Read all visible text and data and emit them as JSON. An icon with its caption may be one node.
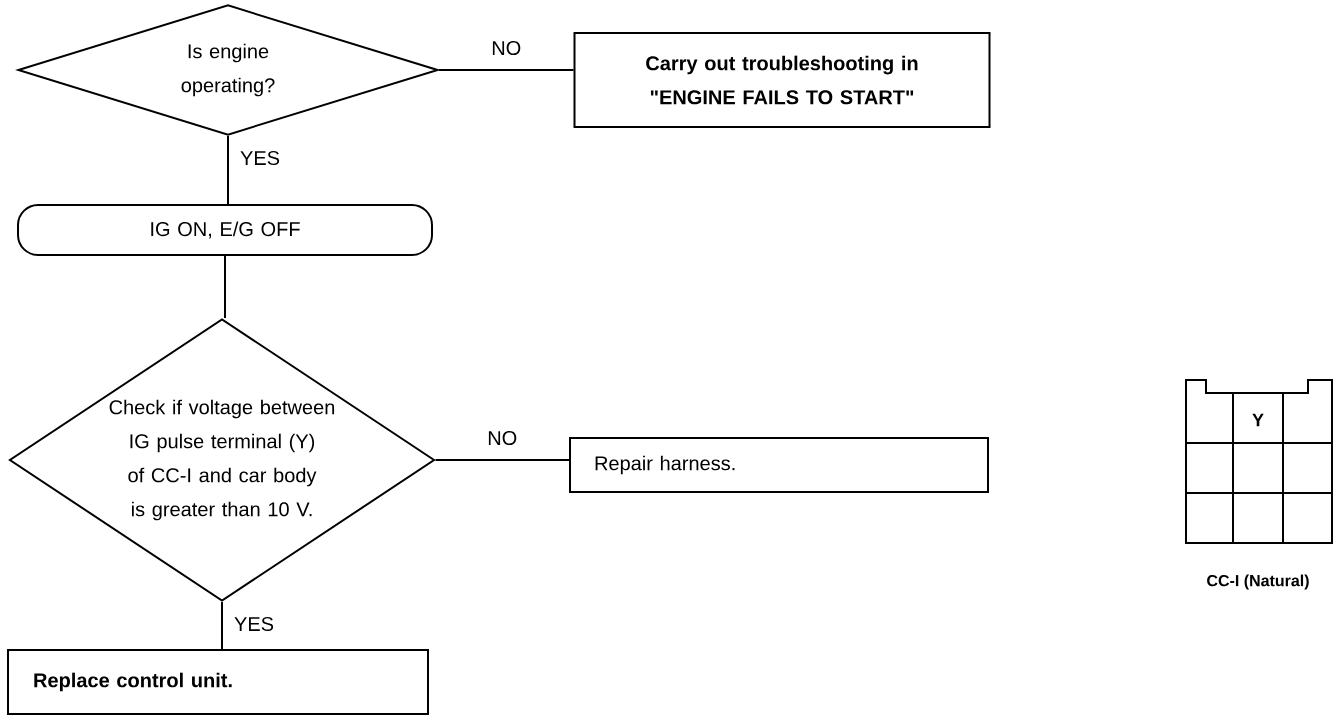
{
  "diagram": {
    "nodes": [
      {
        "text": [
          "Is engine operating?"
        ]
      },
      {
        "text": [
          "Carry out troubleshooting in \"ENGINE FAILS TO START\""
        ]
      },
      {
        "text": [
          "IG ON, E/G OFF"
        ]
      },
      {
        "text": [
          "Check if voltage between IG pulse terminal (Y) of CC-I and car body is greater than 10 V."
        ]
      },
      {
        "text": [
          "Repair harness."
        ]
      },
      {
        "text": [
          "Replace control unit."
        ]
      }
    ],
    "edges": [
      {
        "from": 0,
        "to": 1,
        "arrow": "none",
        "label": "NO"
      },
      {
        "from": 0,
        "to": 2,
        "arrow": "none",
        "label": "YES"
      },
      {
        "from": 2,
        "to": 3,
        "arrow": "none"
      },
      {
        "from": 3,
        "to": 4,
        "arrow": "none",
        "label": "NO"
      },
      {
        "from": 3,
        "to": 5,
        "arrow": "none",
        "label": "YES"
      }
    ],
    "labels": [
      "Y",
      "CC-I (Natural)"
    ]
  }
}
